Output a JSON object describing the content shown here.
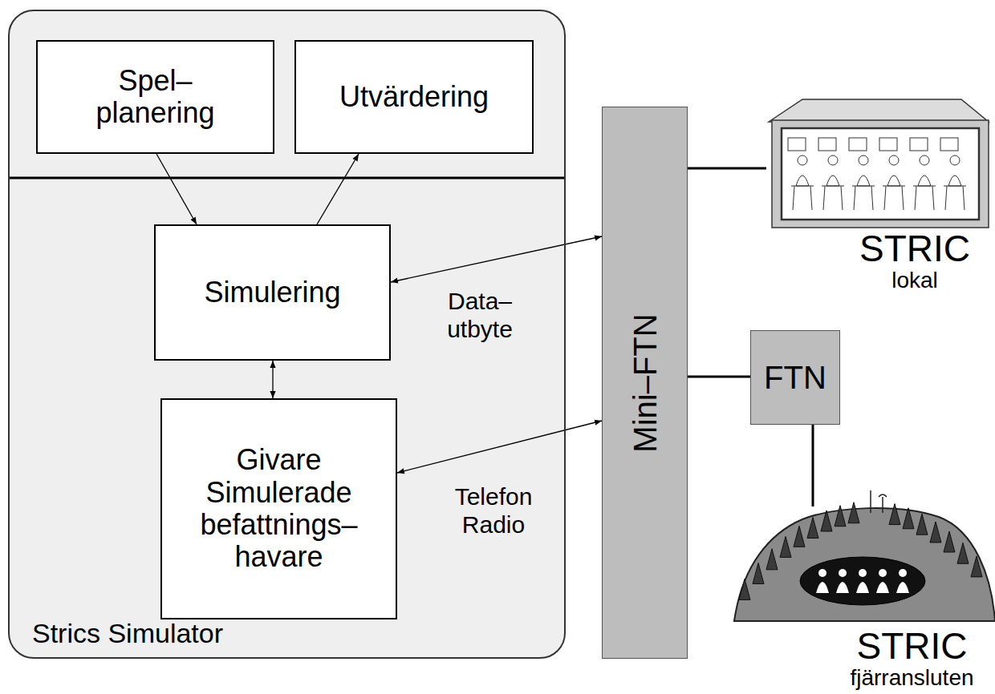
{
  "diagram": {
    "nodes": [
      {
        "text": [
          "Strics Simulator"
        ]
      },
      {
        "text": [
          "Spel– planering"
        ],
        "in": 0
      },
      {
        "text": [
          "Utvärdering"
        ],
        "in": 0
      },
      {
        "text": [
          "Simulering"
        ],
        "in": 0
      },
      {
        "text": [
          "Givare Simulerade befattnings– havare"
        ],
        "in": 0
      },
      {
        "text": [
          "Mini–FTN"
        ]
      },
      {
        "text": [
          "FTN"
        ]
      },
      {
        "text": [
          "STRIC",
          "lokal"
        ]
      },
      {
        "text": [
          "STRIC",
          "fjärransluten"
        ]
      }
    ],
    "edges": [
      {
        "from": 1,
        "to": 3,
        "arrow": "to"
      },
      {
        "from": 3,
        "to": 2,
        "arrow": "to"
      },
      {
        "from": 3,
        "to": 4,
        "arrow": "both"
      },
      {
        "from": 3,
        "to": 5,
        "label": "Data– utbyte",
        "arrow": "both"
      },
      {
        "from": 4,
        "to": 5,
        "label": "Telefon Radio",
        "arrow": "both"
      },
      {
        "from": 5,
        "to": 7,
        "arrow": "none"
      },
      {
        "from": 5,
        "to": 6,
        "arrow": "none"
      },
      {
        "from": 6,
        "to": 8,
        "arrow": "none"
      }
    ]
  }
}
